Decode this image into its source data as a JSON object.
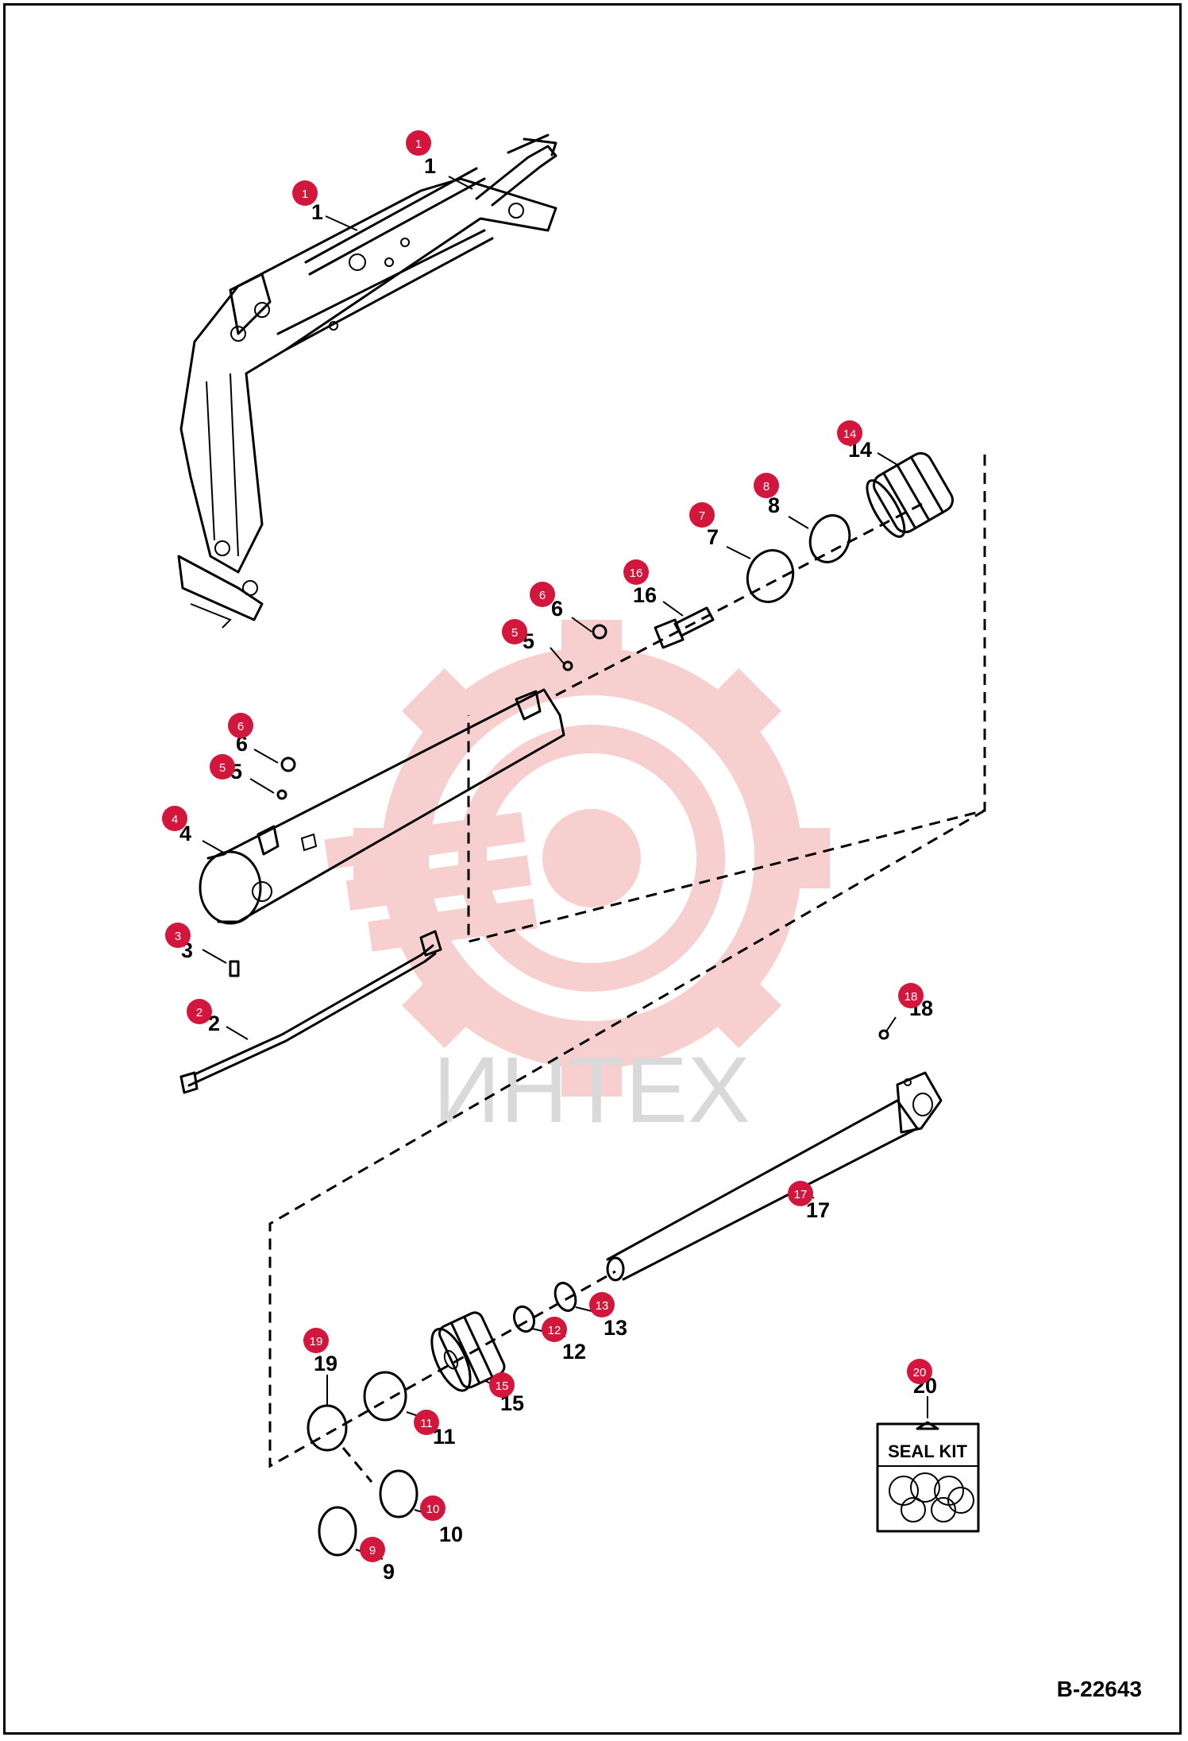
{
  "diagram": {
    "drawing_number": "B-22643",
    "watermark_text": "ИНТЕХ",
    "seal_kit_label": "SEAL KIT",
    "colors": {
      "badge": "#d3173c",
      "watermark_gear": "#f6c7c7",
      "watermark_text": "#d9d9d9",
      "line": "#000000"
    },
    "callouts": [
      {
        "id": "c1a",
        "badge": "1",
        "label": "1"
      },
      {
        "id": "c1b",
        "badge": "1",
        "label": "1"
      },
      {
        "id": "c14",
        "badge": "14",
        "label": "14"
      },
      {
        "id": "c8",
        "badge": "8",
        "label": "8"
      },
      {
        "id": "c7",
        "badge": "7",
        "label": "7"
      },
      {
        "id": "c16",
        "badge": "16",
        "label": "16"
      },
      {
        "id": "c6a",
        "badge": "6",
        "label": "6"
      },
      {
        "id": "c5a",
        "badge": "5",
        "label": "5"
      },
      {
        "id": "c6b",
        "badge": "6",
        "label": "6"
      },
      {
        "id": "c5b",
        "badge": "5",
        "label": "5"
      },
      {
        "id": "c4",
        "badge": "4",
        "label": "4"
      },
      {
        "id": "c3",
        "badge": "3",
        "label": "3"
      },
      {
        "id": "c2",
        "badge": "2",
        "label": "2"
      },
      {
        "id": "c18",
        "badge": "18",
        "label": "18"
      },
      {
        "id": "c17",
        "badge": "17",
        "label": "17"
      },
      {
        "id": "c13",
        "badge": "13",
        "label": "13"
      },
      {
        "id": "c12",
        "badge": "12",
        "label": "12"
      },
      {
        "id": "c19",
        "badge": "19",
        "label": "19"
      },
      {
        "id": "c15",
        "badge": "15",
        "label": "15"
      },
      {
        "id": "c11",
        "badge": "11",
        "label": "11"
      },
      {
        "id": "c20",
        "badge": "20",
        "label": "20"
      },
      {
        "id": "c10",
        "badge": "10",
        "label": "10"
      },
      {
        "id": "c9",
        "badge": "9",
        "label": "9"
      }
    ]
  }
}
